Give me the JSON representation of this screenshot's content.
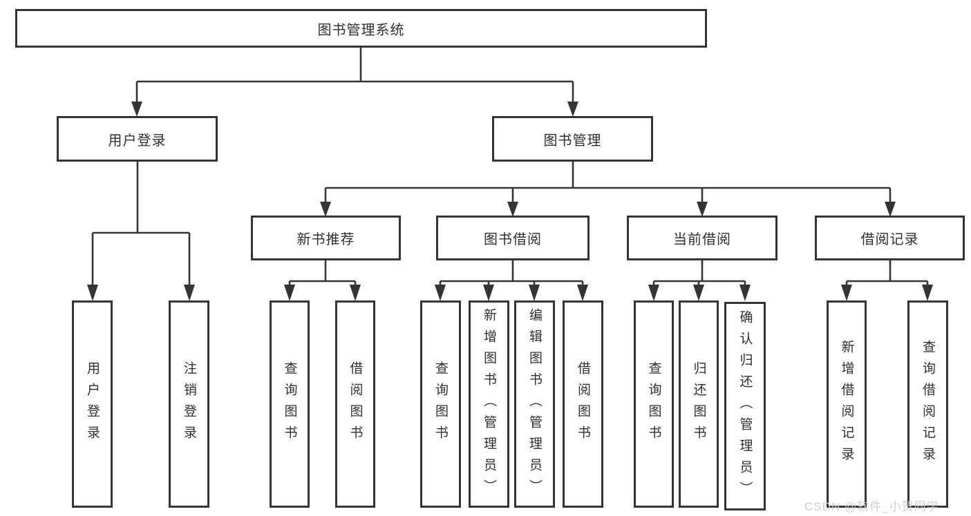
{
  "diagram_title": "图书管理系统",
  "watermark": "CSDN @软件_小贺同学",
  "colors": {
    "line": "#343434",
    "text": "#2f2f2f",
    "background": "#ffffff",
    "watermark": "#cdcdcd"
  },
  "nodes": {
    "root": "图书管理系统",
    "user_login": "用户登录",
    "book_mgmt": "图书管理",
    "new_book_rec": "新书推荐",
    "book_borrow": "图书借阅",
    "current_borrow": "当前借阅",
    "borrow_records": "借阅记录",
    "leaf_login": "用户登录",
    "leaf_logout": "注销登录",
    "rec_query_book": "查询图书",
    "rec_borrow_book": "借阅图书",
    "bb_query_book": "查询图书",
    "bb_add_book": "新增图书（管理员）",
    "bb_edit_book": "编辑图书（管理员）",
    "bb_borrow_book": "借阅图书",
    "cb_query_book": "查询图书",
    "cb_return_book": "归还图书",
    "cb_confirm_return": "确认归还（管理员）",
    "br_add_record": "新增借阅记录",
    "br_query_record": "查询借阅记录"
  },
  "hierarchy": {
    "图书管理系统": {
      "用户登录": [
        "用户登录",
        "注销登录"
      ],
      "图书管理": {
        "新书推荐": [
          "查询图书",
          "借阅图书"
        ],
        "图书借阅": [
          "查询图书",
          "新增图书（管理员）",
          "编辑图书（管理员）",
          "借阅图书"
        ],
        "当前借阅": [
          "查询图书",
          "归还图书",
          "确认归还（管理员）"
        ],
        "借阅记录": [
          "新增借阅记录",
          "查询借阅记录"
        ]
      }
    }
  }
}
